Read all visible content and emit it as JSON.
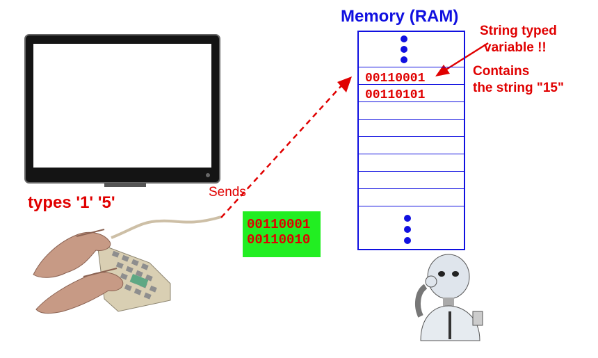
{
  "monitor_label": "types '1' '5'",
  "sends_label": "Sends",
  "sent_bytes": [
    "00110001",
    "00110010"
  ],
  "memory": {
    "title": "Memory (RAM)",
    "cells": [
      "00110001",
      "00110101"
    ]
  },
  "annotations": {
    "variable_note": [
      "String typed",
      "variable !!"
    ],
    "contains_note": [
      "Contains",
      "the string \"15\""
    ]
  },
  "colors": {
    "label_red": "#e00000",
    "memory_blue": "#1010e0",
    "bytes_box_green": "#22ee22"
  }
}
